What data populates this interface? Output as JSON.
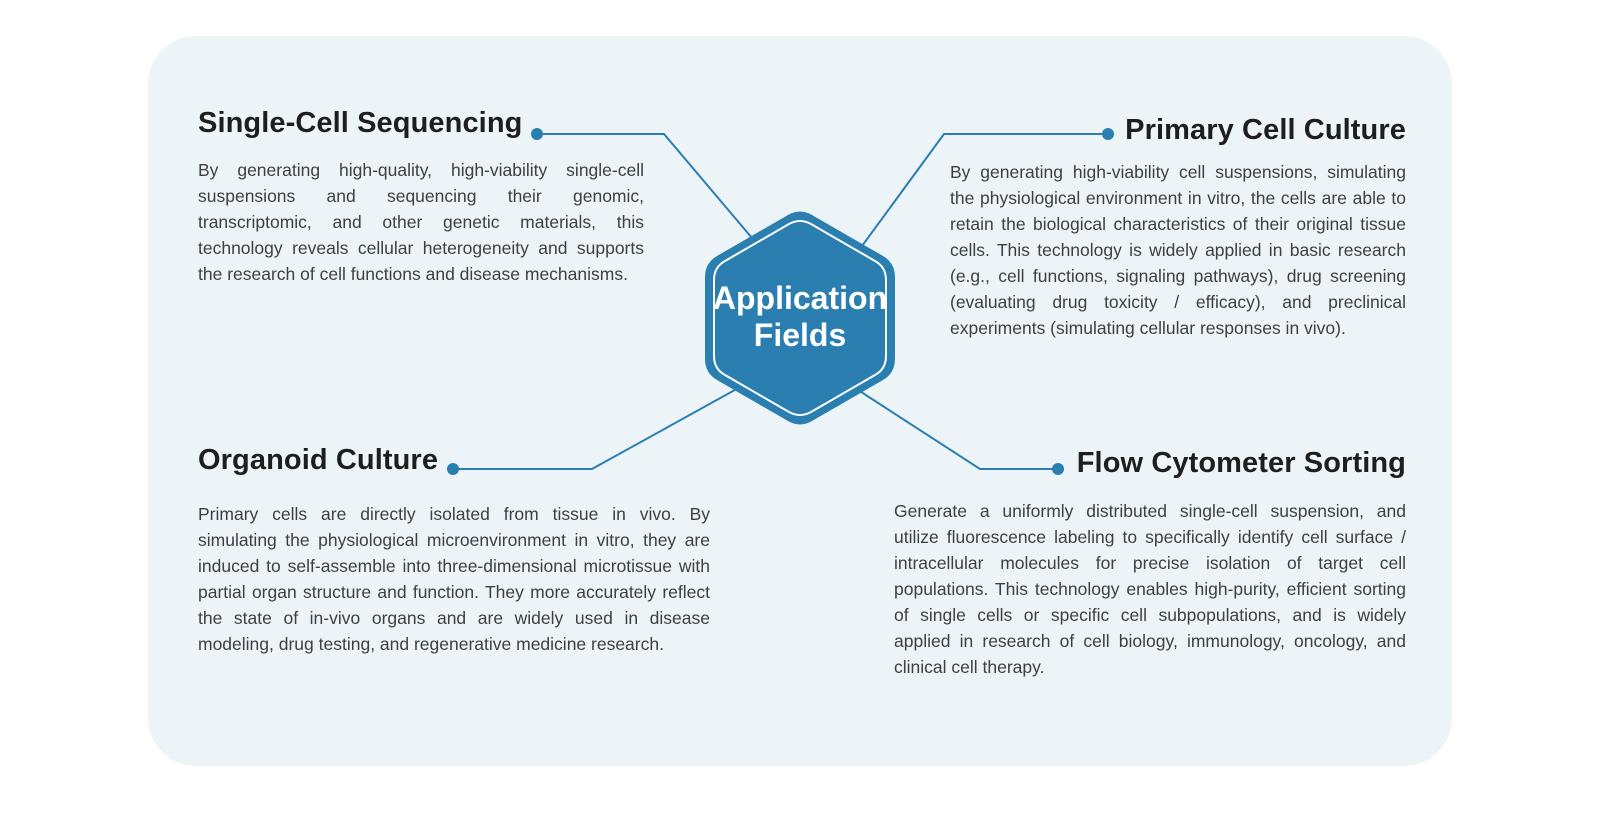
{
  "center": {
    "line1": "Application",
    "line2": "Fields"
  },
  "colors": {
    "panel_bg": "#ecf4f8",
    "accent": "#2a7fb0",
    "title_text": "#1e1e1e",
    "body_text": "#3f3f3f"
  },
  "sections": [
    {
      "title": "Single-Cell Sequencing",
      "body": "By generating high-quality, high-viability single-cell suspensions and sequencing their genomic, transcriptomic, and other genetic materials, this technology reveals cellular heterogeneity and supports the research of cell functions and disease mechanisms."
    },
    {
      "title": "Primary Cell Culture",
      "body": "By generating high-viability cell suspensions, simulat­ing the physiological environment in vitro, the cells are able to retain the biological characteristics of their original tissue cells. This technology is widely applied in basic research (e.g., cell functions, signaling pathways), drug screening (evaluating drug toxicity / efficacy), and preclinical experiments (simulating cellular responses in vivo)."
    },
    {
      "title": "Organoid Culture",
      "body": "Primary cells are directly isolated from tissue in vivo. By simulating the physiological microenvironment in vitro, they are induced to self-assemble into three-dimensional microtis­sue with partial organ structure and function. They more accurately reflect the state of in-vivo organs and are widely used in disease modeling, drug testing, and regenerative medicine research."
    },
    {
      "title": "Flow Cytometer Sorting",
      "body": "Generate a uniformly distributed single-cell suspension, and utilize fluorescence labeling to specifically identify cell surface / intracellular molecules for precise isolation of target cell populations. This technology enables high-purity, efficient sorting of single cells or specific cell subpopulations, and is widely applied in research of cell biology, immunology, oncology, and clinical cell therapy."
    }
  ]
}
